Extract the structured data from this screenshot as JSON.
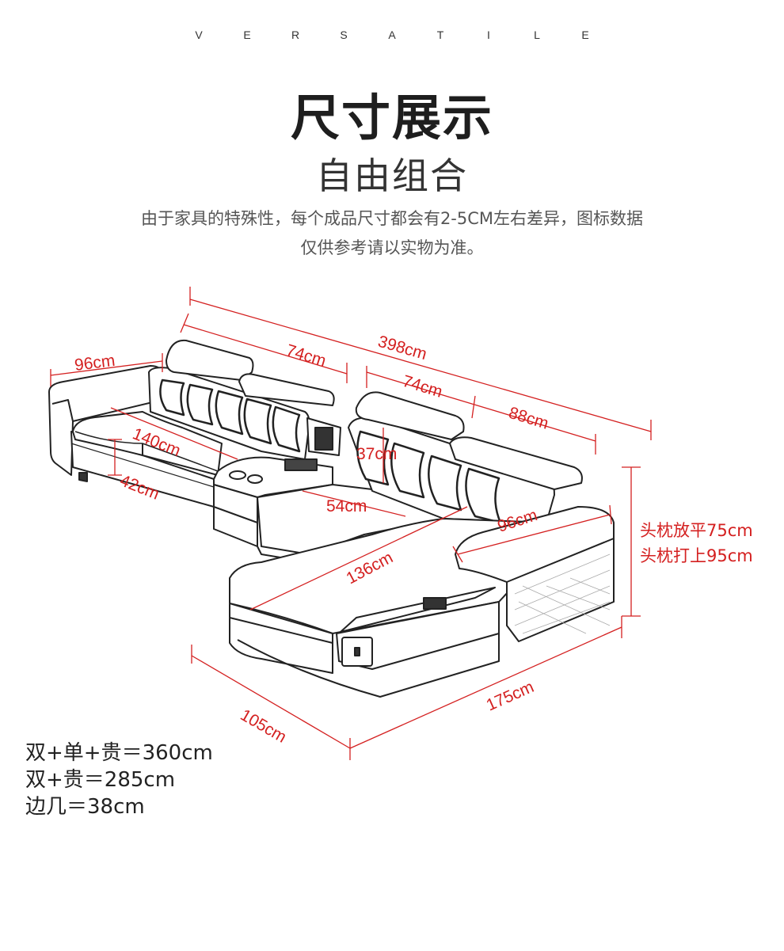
{
  "header": {
    "brand_letters": [
      "V",
      "E",
      "R",
      "S",
      "A",
      "T",
      "I",
      "L",
      "E"
    ],
    "title": "尺寸展示",
    "subtitle": "自由组合",
    "description_line1": "由于家具的特殊性，每个成品尺寸都会有2-5CM左右差异，图标数据",
    "description_line2": "仅供参考请以实物为准。"
  },
  "dimensions": {
    "total_width": "398cm",
    "seat_width_left": "74cm",
    "seat_width_right": "74cm",
    "right_section": "88cm",
    "arm_depth": "96cm",
    "seat_length": "140cm",
    "seat_height": "42cm",
    "headrest_height": "37cm",
    "seat_depth": "54cm",
    "chaise_arm": "96cm",
    "chaise_length": "136cm",
    "chaise_width": "105cm",
    "chaise_depth": "175cm"
  },
  "headrest_notes": {
    "flat": "头枕放平75cm",
    "raised": "头枕打上95cm"
  },
  "combinations": [
    "双+单+贵＝360cm",
    "双+贵＝285cm",
    "边几＝38cm"
  ],
  "colors": {
    "dimension_red": "#d42020",
    "sketch_line": "#222222"
  }
}
